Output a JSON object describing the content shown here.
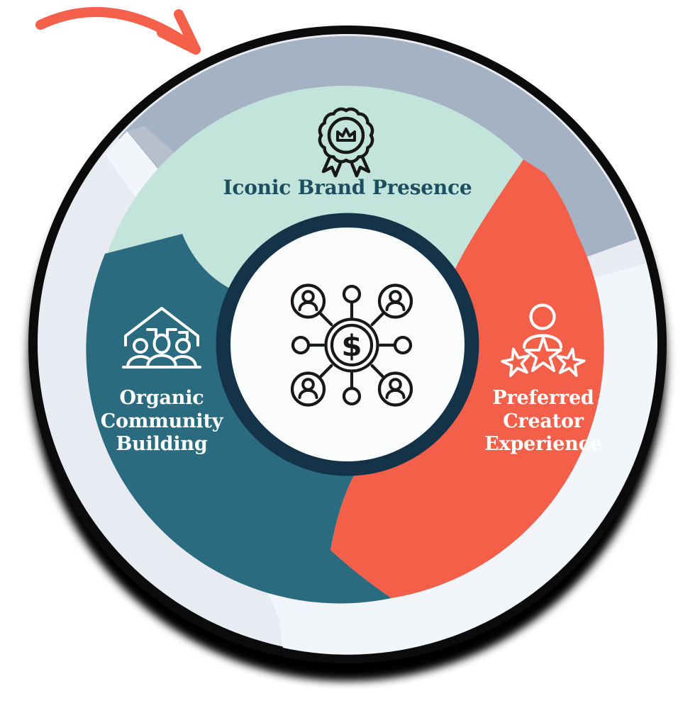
{
  "colors": {
    "edge": "#0b0b0b",
    "ring": "#e8ecf2",
    "ring_light": "#f2f5f9",
    "arc": "#a5b2c4",
    "arc_shade": "#b6c0cd",
    "navy": "#143349",
    "disc": "#fbfcfc",
    "arrow": "#f4604a",
    "icon_dark": "#181818",
    "icon_light": "#ffffff",
    "top_label_text": "#1d4e60",
    "side_label_text": "#ffffff"
  },
  "segments": [
    {
      "id": "top",
      "label": "Iconic Brand Presence",
      "icon": "award-badge-icon",
      "color": "#c2e4db"
    },
    {
      "id": "left",
      "label": "Organic Community Building",
      "icon": "community-house-icon",
      "color": "#2b6b7f",
      "lines": [
        "Organic",
        "Community",
        "Building"
      ]
    },
    {
      "id": "right",
      "label": "Preferred Creator Experience",
      "icon": "creator-rating-icon",
      "color": "#f45f4a",
      "lines": [
        "Preferred",
        "Creator",
        "Experience"
      ]
    }
  ],
  "center": {
    "icon": "money-network-icon",
    "currency_symbol": "$"
  },
  "annotation": {
    "icon": "curved-arrow-icon"
  }
}
